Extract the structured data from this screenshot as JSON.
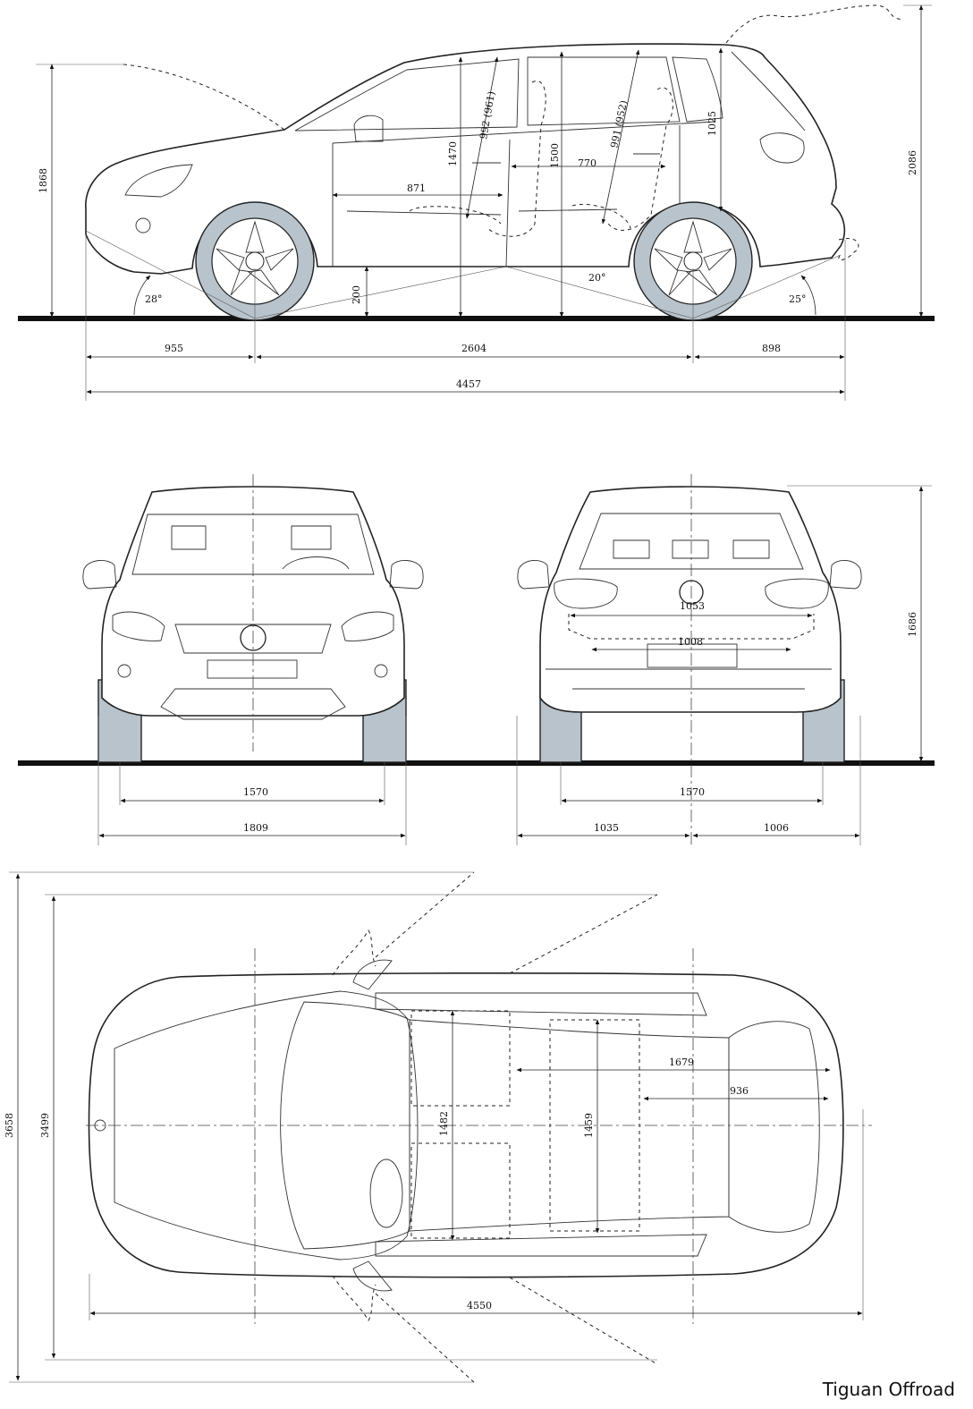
{
  "caption": "Tiguan Offroad",
  "side_view": {
    "dims": {
      "front_overhang": "955",
      "wheelbase": "2604",
      "rear_overhang": "898",
      "length": "4457",
      "height": "1868",
      "height_open": "2086",
      "ground_clearance": "200",
      "approach_angle": "28°",
      "breakover_angle": "20°",
      "departure_angle": "25°",
      "front_headroom": "1470",
      "front_headroom_sun": "992 (961)",
      "front_legroom": "871",
      "rear_height": "1500",
      "rear_legroom": "770",
      "rear_headroom_sun": "991 (952)",
      "trunk_height": "1025"
    }
  },
  "front_view": {
    "dims": {
      "track": "1570",
      "width": "1809"
    }
  },
  "rear_view": {
    "dims": {
      "track": "1570",
      "half_left": "1035",
      "half_right": "1006",
      "height": "1686",
      "opening_top": "1053",
      "opening_bottom": "1008"
    }
  },
  "top_view": {
    "dims": {
      "width_mirrors": "3658",
      "width_doors_open": "3499",
      "front_shoulder": "1482",
      "rear_shoulder": "1459",
      "cargo_length": "1679",
      "cargo_floor": "936",
      "length_doors": "4550"
    }
  }
}
